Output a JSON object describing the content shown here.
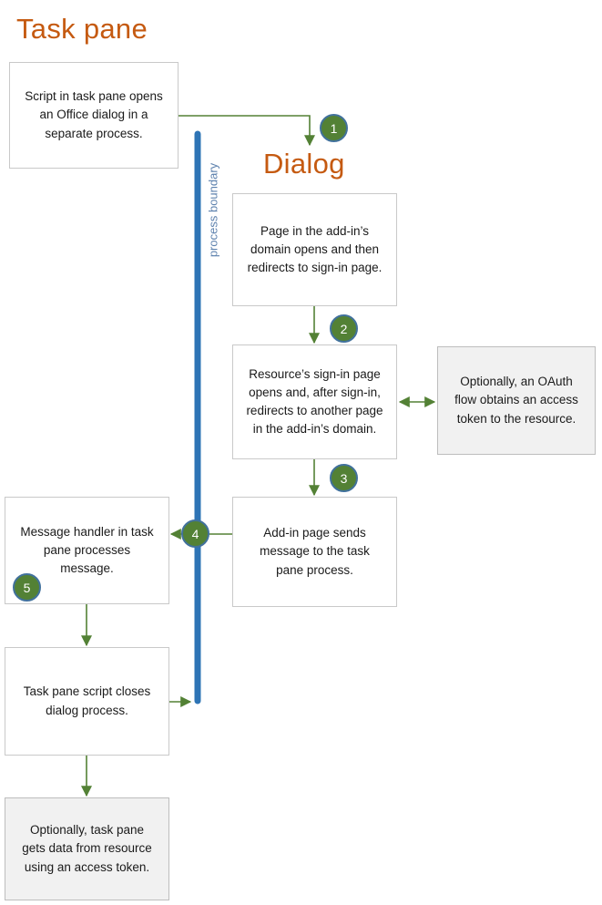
{
  "title": "Task pane",
  "dialog_title": "Dialog",
  "process_boundary_label": "process boundary",
  "boxes": {
    "script_opens_dialog": "Script in task pane opens an Office dialog in a separate process.",
    "page_opens_redirects": "Page in the add-in’s domain opens and then redirects to sign-in page.",
    "resource_signin": "Resource’s sign-in page opens and, after sign-in, redirects to another page in the add-in’s domain.",
    "oauth_optional": "Optionally, an OAuth flow obtains an access token to the resource.",
    "addin_sends_message": "Add-in page sends message to the task pane process.",
    "message_handler": "Message handler in task pane processes message.",
    "taskpane_closes": "Task pane script closes dialog process.",
    "optional_get_data": "Optionally, task pane gets data from resource using an access token."
  },
  "steps": [
    "1",
    "2",
    "3",
    "4",
    "5"
  ],
  "colors": {
    "heading": "#C55A11",
    "arrow_green": "#538135",
    "step_fill": "#538135",
    "step_border": "#41719C",
    "boundary_line": "#2E74B5",
    "boundary_text": "#5E82AE",
    "box_border": "#C9C9C9",
    "box_fill_gray": "#F1F1F1"
  }
}
